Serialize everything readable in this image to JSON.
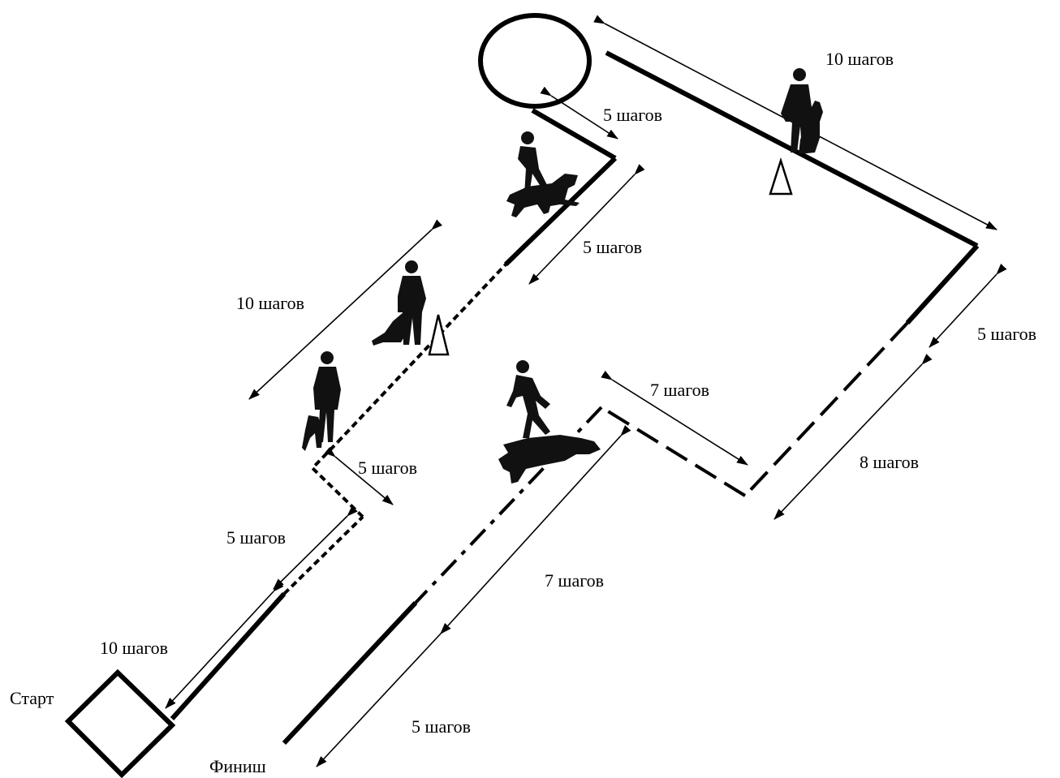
{
  "labels": {
    "start": "Старт",
    "finish": "Финиш",
    "steps_10_start": "10 шагов",
    "steps_5_lower_left": "5 шагов",
    "steps_5_zigzag": "5 шагов",
    "steps_10_middle": "10 шагов",
    "steps_5_upper_mid": "5 шагов",
    "steps_5_circle": "5 шагов",
    "steps_10_top": "10 шагов",
    "steps_5_right": "5 шагов",
    "steps_8_right": "8 шагов",
    "steps_7_upper": "7 шагов",
    "steps_7_lower": "7 шагов",
    "steps_5_bottom": "5 шагов"
  },
  "colors": {
    "line": "#000000",
    "silhouette": "#111111",
    "background": "#ffffff"
  },
  "icons": [
    "handler-with-dog-heeling-icon",
    "handler-with-dog-sitting-icon",
    "handler-walking-dog-icon",
    "handler-running-dog-icon",
    "cone-icon",
    "start-square-icon",
    "circle-turn-icon"
  ]
}
